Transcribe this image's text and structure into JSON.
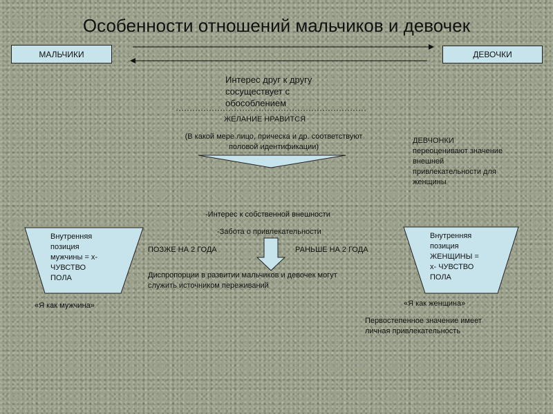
{
  "title": "Особенности отношений мальчиков и девочек",
  "boys_label": "МАЛЬЧИКИ",
  "girls_label": "ДЕВОЧКИ",
  "interest_lines": [
    "Интерес друг к другу",
    "сосуществует с",
    "обособлением"
  ],
  "desire": "ЖЕЛАНИЕ НРАВИТСЯ",
  "identification_lines": [
    "(В какой мере лицо, прическа и др. соответствуют",
    "половой идентификации)"
  ],
  "girls_note_lines": [
    "ДЕВЧОНКИ",
    "переоценивают значение",
    "внешней",
    "привлекательности для",
    "женщины"
  ],
  "own_appearance": "-Интерес к собственной внешности",
  "attractiveness_care": "-Забота о привлекательности",
  "later": "ПОЗЖЕ НА 2 ГОДА",
  "earlier": "РАНЬШЕ НА 2 ГОДА",
  "disproportion_lines": [
    "Диспропорции в развитии мальчиков и девочек могут",
    "служить источником переживаний"
  ],
  "male_position_lines": [
    "Внутренняя",
    "позиция",
    "мужчины = х-",
    "ЧУВСТВО",
    "ПОЛА"
  ],
  "female_position_lines": [
    "Внутренняя",
    "позиция",
    "ЖЕНЩИНЫ =",
    "х- ЧУВСТВО",
    "ПОЛА"
  ],
  "male_self": "«Я как мужчина»",
  "female_self": "«Я как женщина»",
  "primary_lines": [
    "Первостепенное значение имеет",
    "личная привлекательность"
  ],
  "colors": {
    "shape_fill": "#c7e4ec",
    "background": "#9aa08a"
  }
}
